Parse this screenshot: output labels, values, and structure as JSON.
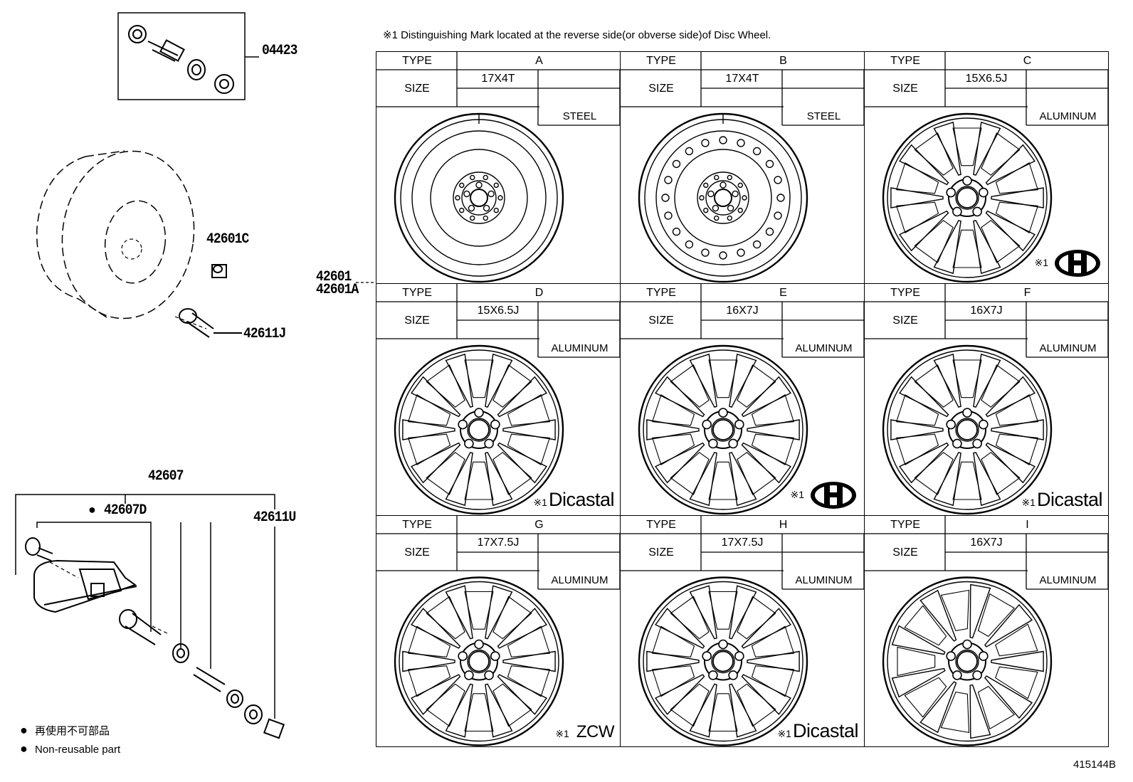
{
  "note": "※1 Distinguishing Mark located at the reverse side(or obverse side)of Disc Wheel.",
  "part_numbers": {
    "p04423": "04423",
    "p42601C": "42601C",
    "p42611J": "42611J",
    "p42601": "42601",
    "p42601A": "42601A",
    "p42607": "42607",
    "p42607D": "42607D",
    "p42611U": "42611U"
  },
  "bullet": "●",
  "legend": {
    "jp": "再使用不可部品",
    "en": "Non-reusable part"
  },
  "drawing_number": "415144B",
  "labels": {
    "type": "TYPE",
    "size": "SIZE"
  },
  "wheels": [
    {
      "type": "A",
      "size": "17X4T",
      "material": "STEEL",
      "mark": ""
    },
    {
      "type": "B",
      "size": "17X4T",
      "material": "STEEL",
      "mark": ""
    },
    {
      "type": "C",
      "size": "15X6.5J",
      "material": "ALUMINUM",
      "mark": "logo"
    },
    {
      "type": "D",
      "size": "15X6.5J",
      "material": "ALUMINUM",
      "mark": "Dicastal"
    },
    {
      "type": "E",
      "size": "16X7J",
      "material": "ALUMINUM",
      "mark": "logo"
    },
    {
      "type": "F",
      "size": "16X7J",
      "material": "ALUMINUM",
      "mark": "Dicastal"
    },
    {
      "type": "G",
      "size": "17X7.5J",
      "material": "ALUMINUM",
      "mark": "ZCW"
    },
    {
      "type": "H",
      "size": "17X7.5J",
      "material": "ALUMINUM",
      "mark": "Dicastal"
    },
    {
      "type": "I",
      "size": "16X7J",
      "material": "ALUMINUM",
      "mark": ""
    }
  ],
  "mark_prefix": "※1"
}
